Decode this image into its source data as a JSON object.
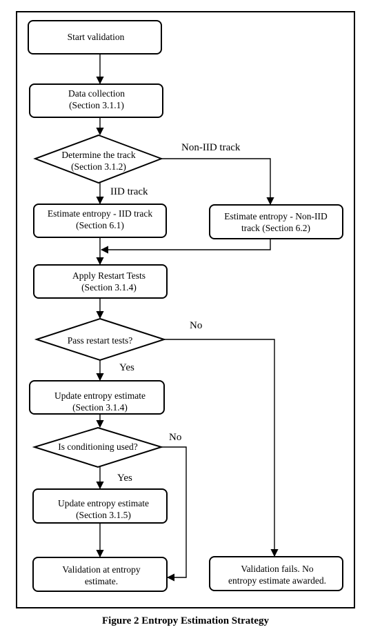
{
  "diagram": {
    "nodes": {
      "start": [
        "Start validation"
      ],
      "data_collection": [
        "Data collection",
        "(Section 3.1.1)"
      ],
      "determine_track": [
        "Determine the track",
        "(Section 3.1.2)"
      ],
      "iid": [
        "Estimate entropy - IID track",
        "(Section 6.1)"
      ],
      "non_iid": [
        "Estimate entropy - Non-IID",
        "track (Section 6.2)"
      ],
      "restart": [
        "Apply Restart Tests",
        "(Section 3.1.4)"
      ],
      "pass_restart": [
        "Pass restart tests?"
      ],
      "update1": [
        "Update entropy estimate",
        "(Section 3.1.4)"
      ],
      "conditioning": [
        "Is conditioning used?"
      ],
      "update2": [
        "Update entropy estimate",
        "(Section 3.1.5)"
      ],
      "validation_ok": [
        "Validation at entropy",
        "estimate."
      ],
      "validation_fail": [
        "Validation fails. No",
        "entropy estimate awarded."
      ]
    },
    "edge_labels": {
      "non_iid": "Non-IID track",
      "iid": "IID track",
      "restart_no": "No",
      "restart_yes": "Yes",
      "cond_no": "No",
      "cond_yes": "Yes"
    }
  },
  "caption": "Figure 2 Entropy Estimation Strategy"
}
